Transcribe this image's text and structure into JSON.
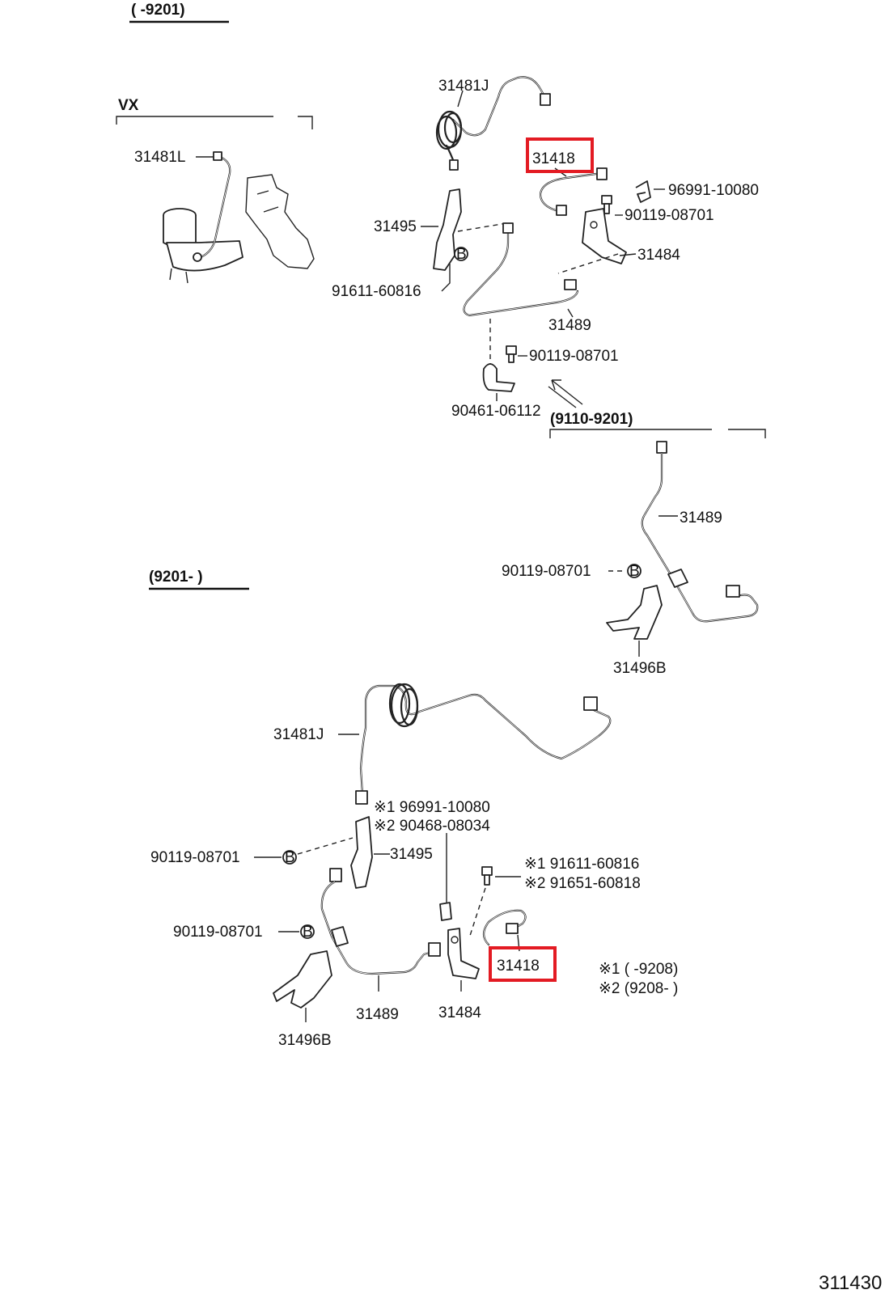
{
  "headers": {
    "top_range": "(      -9201)",
    "vx": "VX",
    "mid_range": "(9110-9201)",
    "lower_range": "(9201-      )"
  },
  "labels": {
    "t_31481J": "31481J",
    "t_31418": "31418",
    "t_96991": "96991-10080",
    "t_90119_a": "90119-08701",
    "t_31484": "31484",
    "t_31495": "31495",
    "t_91611": "91611-60816",
    "t_31489": "31489",
    "t_90119_b": "90119-08701",
    "t_90461": "90461-06112",
    "vx_31481L": "31481L",
    "m_31489": "31489",
    "m_90119": "90119-08701",
    "m_31496B": "31496B",
    "b_31481J": "31481J",
    "b_note1": "※1 96991-10080",
    "b_note2": "※2 90468-08034",
    "b_90119_a": "90119-08701",
    "b_31495": "31495",
    "b_note3": "※1 91611-60816",
    "b_note4": "※2 91651-60818",
    "b_90119_b": "90119-08701",
    "b_31418": "31418",
    "b_key1": "※1 (        -9208)",
    "b_key2": "※2 (9208-        )",
    "b_31489": "31489",
    "b_31484": "31484",
    "b_31496B": "31496B",
    "page_number": "311430"
  },
  "symbols": {
    "bolt_marker": "B"
  },
  "colors": {
    "highlight": "#e31b23",
    "ink": "#111111"
  }
}
